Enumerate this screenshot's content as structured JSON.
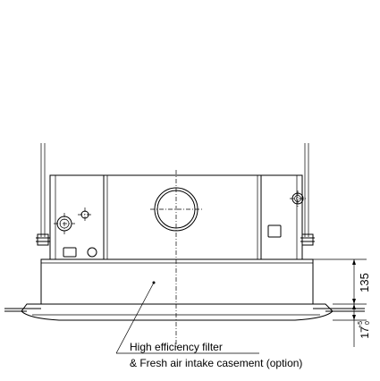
{
  "labels": {
    "filter_line1": "High efficiency filter",
    "filter_line2": "& Fresh air intake casement (option)"
  },
  "dimensions": {
    "height_135": "135",
    "base_17": "17",
    "tol_plus": "+5",
    "tol_minus": "0"
  }
}
